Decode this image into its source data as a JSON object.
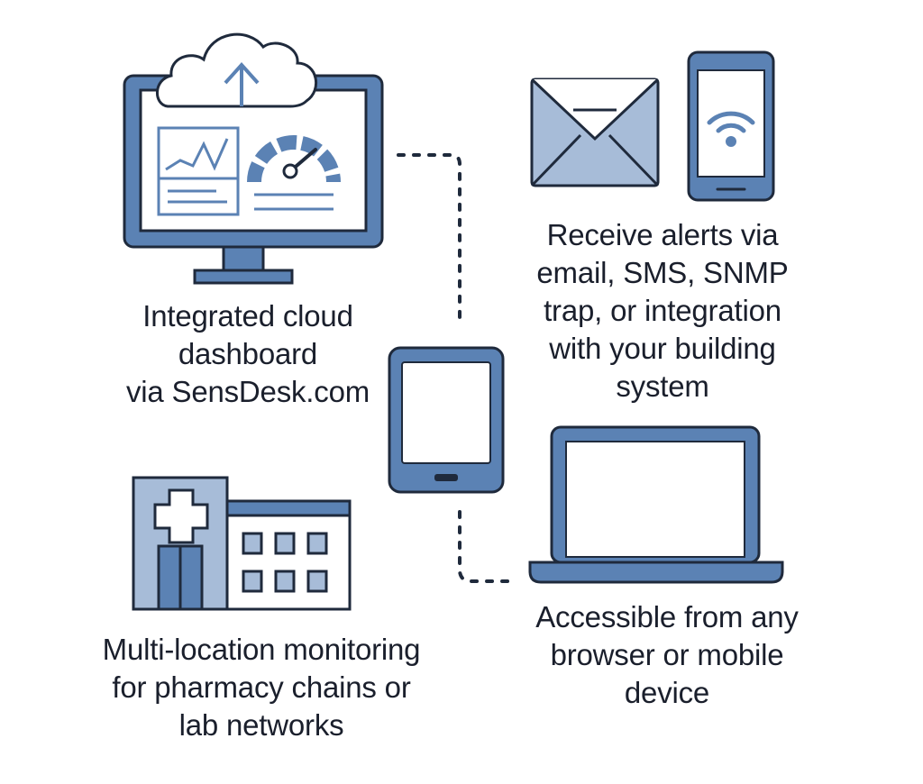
{
  "captions": {
    "dashboard": "Integrated cloud\ndashboard\n via SensDesk.com",
    "alerts": "Receive alerts via\nemail, SMS, SNMP\ntrap, or integration\nwith your building\nsystem",
    "multi_location": "Multi-location monitoring\nfor pharmacy chains or\nlab networks",
    "access": "Accessible from any\nbrowser or mobile\ndevice"
  },
  "colors": {
    "primary": "#5b82b4",
    "light": "#a7bcd8",
    "outline": "#1f2a3c",
    "text": "#1a1f2c"
  }
}
